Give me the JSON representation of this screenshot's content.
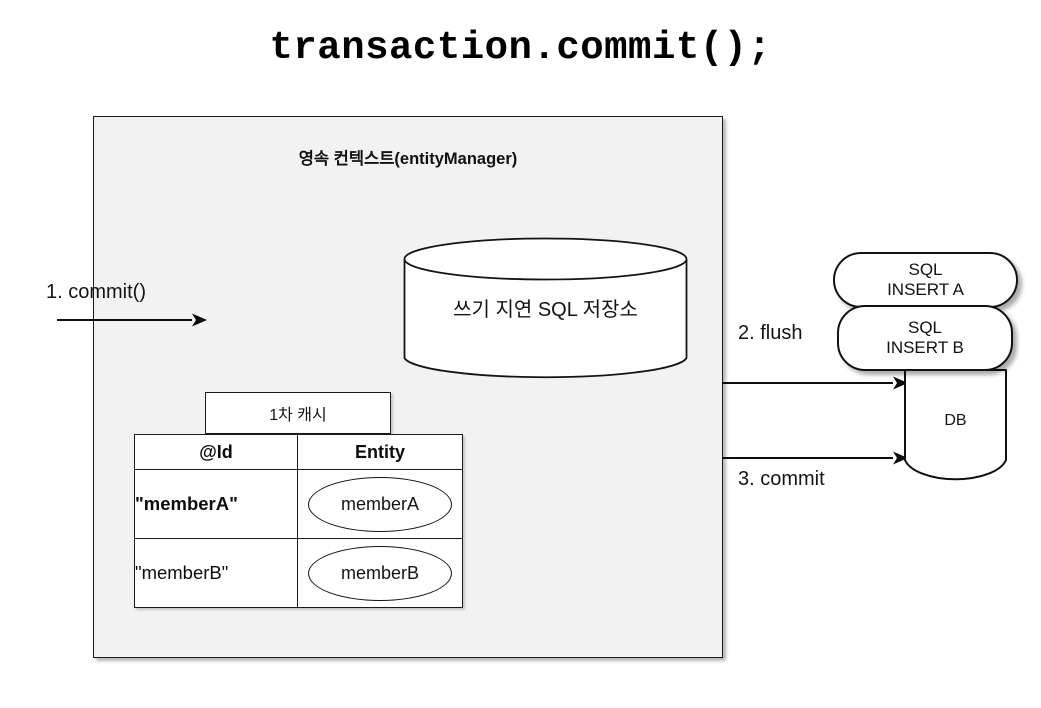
{
  "title": "transaction.commit();",
  "persistence_context": {
    "header": "영속 컨텍스트(entityManager)",
    "write_behind_store": {
      "label": "쓰기 지연 SQL 저장소",
      "shape": "cylinder-icon"
    },
    "first_level_cache": {
      "tab_label": "1차 캐시",
      "columns": [
        "@Id",
        "Entity"
      ],
      "rows": [
        {
          "id": "\"memberA\"",
          "entity": "memberA",
          "emphasis": true
        },
        {
          "id": "\"memberB\"",
          "entity": "memberB",
          "emphasis": false
        }
      ]
    }
  },
  "flows": [
    {
      "label": "1. commit()",
      "name": "commit-arrow"
    },
    {
      "label": "2. flush",
      "name": "flush-arrow"
    },
    {
      "label": "3. commit",
      "name": "db-commit-arrow"
    }
  ],
  "database": {
    "sql_statements": [
      {
        "line1": "SQL",
        "line2": "INSERT A"
      },
      {
        "line1": "SQL",
        "line2": "INSERT B"
      }
    ],
    "db_label": "DB"
  },
  "colors": {
    "context_fill": "#f2f2f2",
    "stroke": "#1a1a1a",
    "page_background": "#ffffff",
    "shape_fill": "#ffffff"
  }
}
